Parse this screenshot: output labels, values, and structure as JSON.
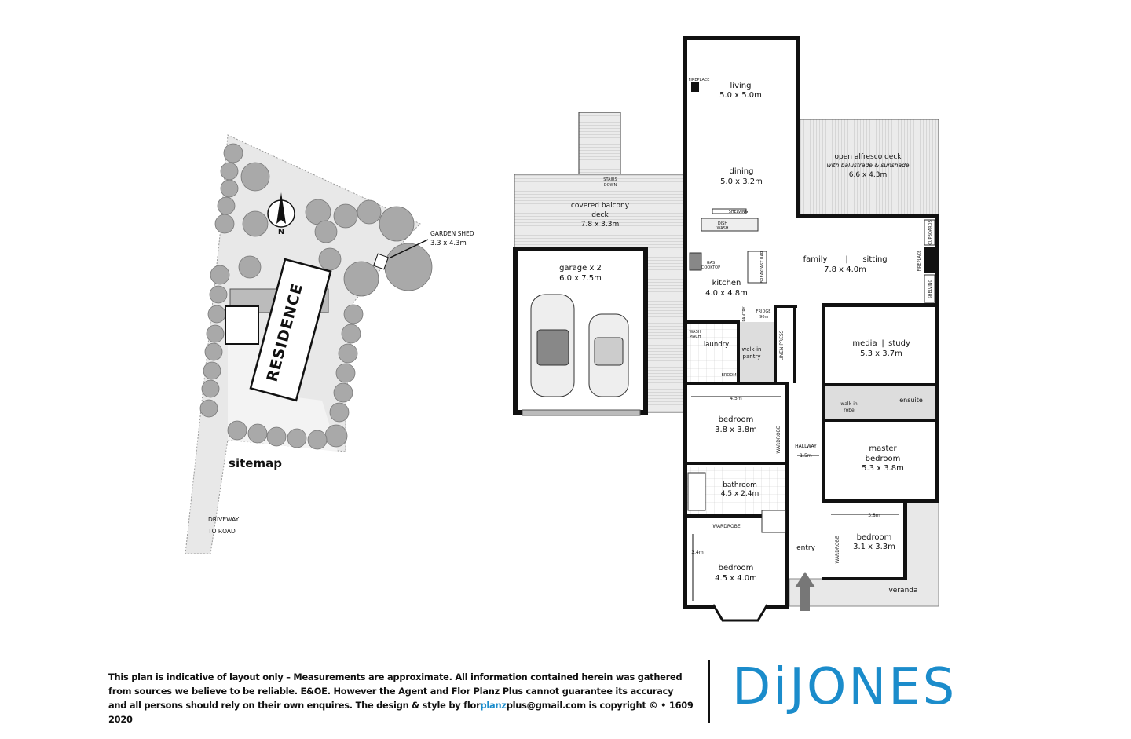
{
  "sitemap": {
    "title": "sitemap",
    "residence_label": "RESIDENCE",
    "north_label": "N",
    "garden_shed": {
      "name": "GARDEN SHED",
      "size": "3.3 x 4.3m"
    },
    "driveway": [
      "DRIVEWAY",
      "TO ROAD"
    ]
  },
  "floorplan": {
    "rooms": {
      "living": {
        "name": "living",
        "size": "5.0 x 5.0m"
      },
      "dining": {
        "name": "dining",
        "size": "5.0 x 3.2m"
      },
      "alfresco": {
        "name": "open alfresco deck",
        "note": "with balustrade & sunshade",
        "size": "6.6 x 4.3m"
      },
      "balcony": {
        "name": "covered balcony",
        "name2": "deck",
        "size": "7.8 x 3.3m"
      },
      "garage": {
        "name": "garage x 2",
        "size": "6.0 x 7.5m"
      },
      "kitchen": {
        "name": "kitchen",
        "size": "4.0 x 4.8m"
      },
      "family": {
        "name": "family",
        "sep": "|",
        "name2": "sitting",
        "size": "7.8 x 4.0m"
      },
      "laundry": {
        "name": "laundry"
      },
      "pantry": {
        "name": "walk-in",
        "name2": "pantry"
      },
      "media": {
        "name": "media",
        "sep": "|",
        "name2": "study",
        "size": "5.3 x 3.7m"
      },
      "robe": {
        "name": "walk-in",
        "name2": "robe"
      },
      "ensuite": {
        "name": "ensuite"
      },
      "master": {
        "name": "master",
        "name2": "bedroom",
        "size": "5.3 x 3.8m"
      },
      "bedroom1": {
        "name": "bedroom",
        "size": "3.8 x 3.8m",
        "dim": "4.5m"
      },
      "bathroom": {
        "name": "bathroom",
        "size": "4.5 x 2.4m"
      },
      "bedroom3": {
        "name": "bedroom",
        "size": "3.1 x 3.3m",
        "dim": "3.8m"
      },
      "bedroom4": {
        "name": "bedroom",
        "size": "4.5 x 4.0m",
        "dim": "3.4m"
      },
      "hallway": {
        "name": "HALLWAY",
        "dim": "1.5m"
      },
      "entry": {
        "name": "entry"
      },
      "veranda": {
        "name": "veranda"
      }
    },
    "fixtures": {
      "stairs": [
        "STAIRS",
        "DOWN"
      ],
      "fireplace_living": "FIREPLACE",
      "shelving_kitchen": "SHELVING",
      "dishwash": [
        "DISH",
        "WASH"
      ],
      "gas_cooktop": [
        "GAS",
        "COOKTOP"
      ],
      "breakfast_bar": "BREAKFAST BAR",
      "cupboards": "CUPBOARDS",
      "fireplace_family": "FIREPLACE",
      "shelving_family": "SHELVING",
      "pantry": "PANTRY",
      "fridge": [
        "FRIDGE",
        ".90m"
      ],
      "wash_mach": [
        "WASH",
        "MACH"
      ],
      "broom": "BROOM",
      "linen_press": "LINEN PRESS",
      "wardrobe": "WARDROBE"
    }
  },
  "footer": {
    "disclaimer_1": "This plan is indicative of layout only  –  Measurements are approximate. All information contained herein was gathered from sources we believe to be reliable. E&OE. However the Agent and Flor Planz Plus cannot guarantee its accuracy and all persons should rely on their own enquires. The design & style by ",
    "email_a": "flor",
    "email_b": "planz",
    "email_c": "plus@gmail.com",
    "disclaimer_2": " is copyright ©  • 1609  2020"
  },
  "logo": {
    "text": "DiJONES"
  },
  "colors": {
    "brand": "#1b8ccb",
    "wall": "#111111",
    "deck": "#e6e6e6",
    "tree": "#a9a9a9"
  }
}
